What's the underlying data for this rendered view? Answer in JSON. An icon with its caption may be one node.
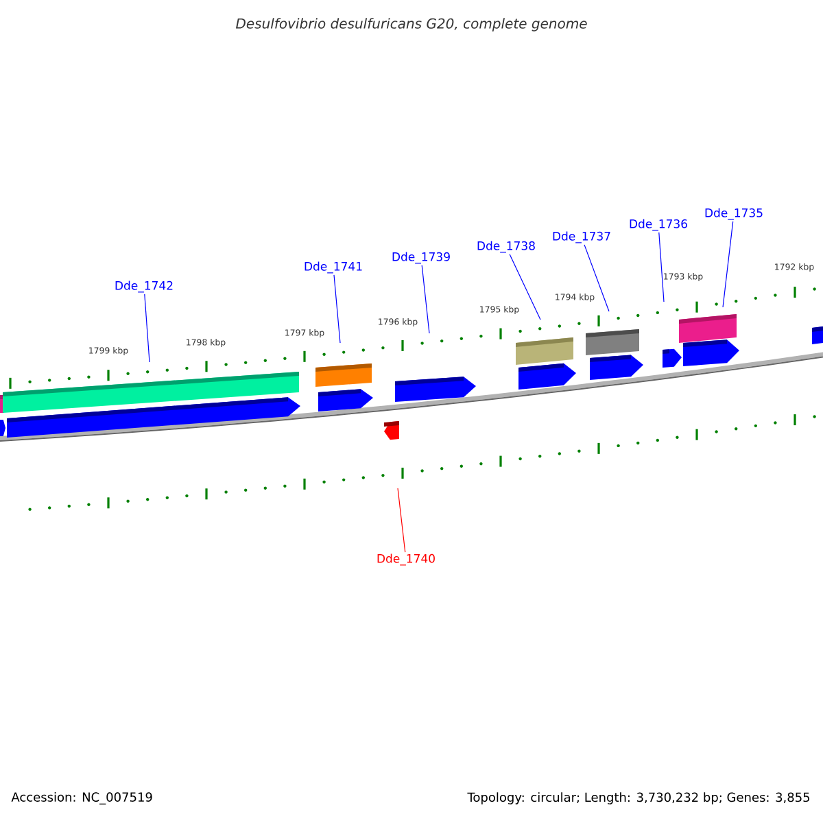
{
  "diagram": {
    "title": "Desulfovibrio desulfuricans G20, complete genome",
    "nodes": [
      {
        "text": [
          "Dde_1742"
        ]
      },
      {
        "text": [
          "Dde_1741"
        ]
      },
      {
        "text": [
          "Dde_1739"
        ]
      },
      {
        "text": [
          "Dde_1738"
        ]
      },
      {
        "text": [
          "Dde_1737"
        ]
      },
      {
        "text": [
          "Dde_1736"
        ]
      },
      {
        "text": [
          "Dde_1735"
        ]
      },
      {
        "text": [
          "Dde_1740"
        ]
      }
    ],
    "edges": [
      {
        "from": 0,
        "to": null,
        "arrow": "none"
      },
      {
        "from": 1,
        "to": null,
        "arrow": "none"
      },
      {
        "from": 2,
        "to": null,
        "arrow": "none"
      },
      {
        "from": 3,
        "to": null,
        "arrow": "none"
      },
      {
        "from": 4,
        "to": null,
        "arrow": "none"
      },
      {
        "from": 5,
        "to": null,
        "arrow": "none"
      },
      {
        "from": 6,
        "to": null,
        "arrow": "none"
      },
      {
        "from": 7,
        "to": null,
        "arrow": "none",
        "color": "#ff0000"
      }
    ],
    "labels": [
      "1792 kbp",
      "1793 kbp",
      "1794 kbp",
      "1795 kbp",
      "1796 kbp",
      "1797 kbp",
      "1798 kbp",
      "1799 kbp",
      "Accession: NC_007519",
      "Topology: circular; Length: 3,730,232 bp; Genes: 3,855"
    ]
  }
}
